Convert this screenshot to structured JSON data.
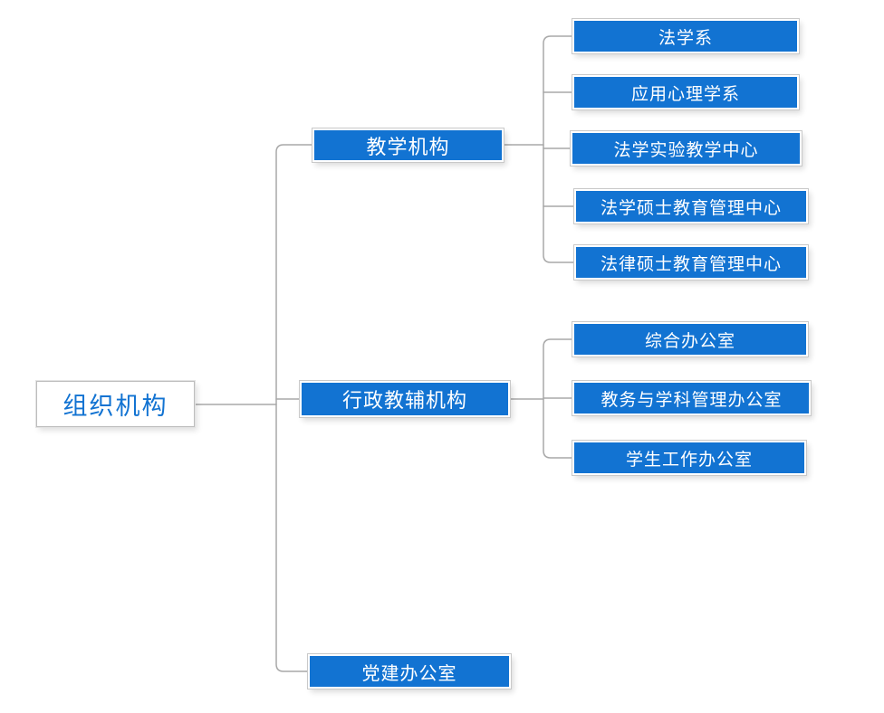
{
  "root": {
    "label": "组织机构"
  },
  "branches": [
    {
      "label": "教学机构",
      "children": [
        {
          "label": "法学系"
        },
        {
          "label": "应用心理学系"
        },
        {
          "label": "法学实验教学中心"
        },
        {
          "label": "法学硕士教育管理中心"
        },
        {
          "label": "法律硕士教育管理中心"
        }
      ]
    },
    {
      "label": "行政教辅机构",
      "children": [
        {
          "label": "综合办公室"
        },
        {
          "label": "教务与学科管理办公室"
        },
        {
          "label": "学生工作办公室"
        }
      ]
    },
    {
      "label": "党建办公室",
      "children": []
    }
  ],
  "colors": {
    "node_fill": "#1273d2",
    "node_text": "#ffffff",
    "root_fill": "#ffffff",
    "root_text": "#1273d2",
    "node_edge": "#c9c9c9",
    "connector": "#a8a8a8",
    "background": "#ffffff"
  }
}
